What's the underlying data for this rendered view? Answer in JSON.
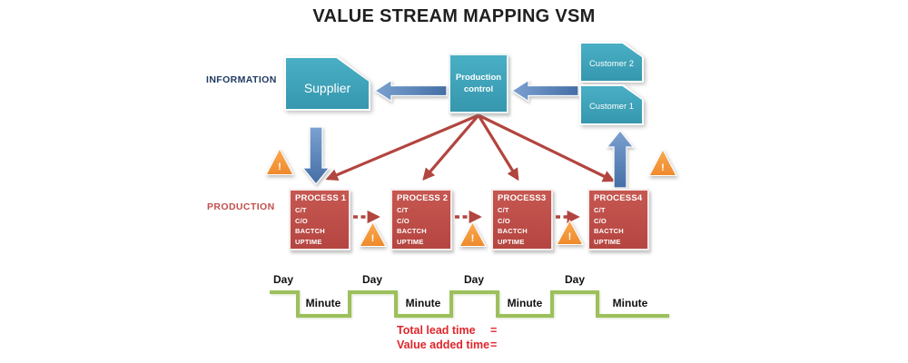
{
  "title": "VALUE STREAM MAPPING VSM",
  "lanes": {
    "information": "INFORMATION",
    "production": "PRODUCTION"
  },
  "nodes": {
    "supplier": "Supplier",
    "production_control": "Production control",
    "customer_2": "Customer 2",
    "customer_1": "Customer 1"
  },
  "processes": [
    {
      "name": "PROCESS 1",
      "stats": [
        "C/T",
        "C/O",
        "BACTCH",
        "UPTIME"
      ]
    },
    {
      "name": "PROCESS 2",
      "stats": [
        "C/T",
        "C/O",
        "BACTCH",
        "UPTIME"
      ]
    },
    {
      "name": "PROCESS3",
      "stats": [
        "C/T",
        "C/O",
        "BACTCH",
        "UPTIME"
      ]
    },
    {
      "name": "PROCESS4",
      "stats": [
        "C/T",
        "C/O",
        "BACTCH",
        "UPTIME"
      ]
    }
  ],
  "icons": {
    "warning_glyph": "!"
  },
  "timeline": {
    "day_labels": [
      "Day",
      "Day",
      "Day",
      "Day"
    ],
    "minute_labels": [
      "Minute",
      "Minute",
      "Minute",
      "Minute"
    ]
  },
  "totals": [
    {
      "label": "Total lead time",
      "equals": "="
    },
    {
      "label": "Value added time",
      "equals": "="
    }
  ],
  "colors": {
    "node_teal": "#3fa4ba",
    "process_red": "#c0504d",
    "flow_blue": "#4f81bd",
    "warning_orange": "#f79646",
    "timeline_green": "#9cc05c",
    "information_label": "#1f3a60",
    "production_label": "#c0504d",
    "totals_red": "#e0262c",
    "title_text": "#1f1f1f"
  }
}
